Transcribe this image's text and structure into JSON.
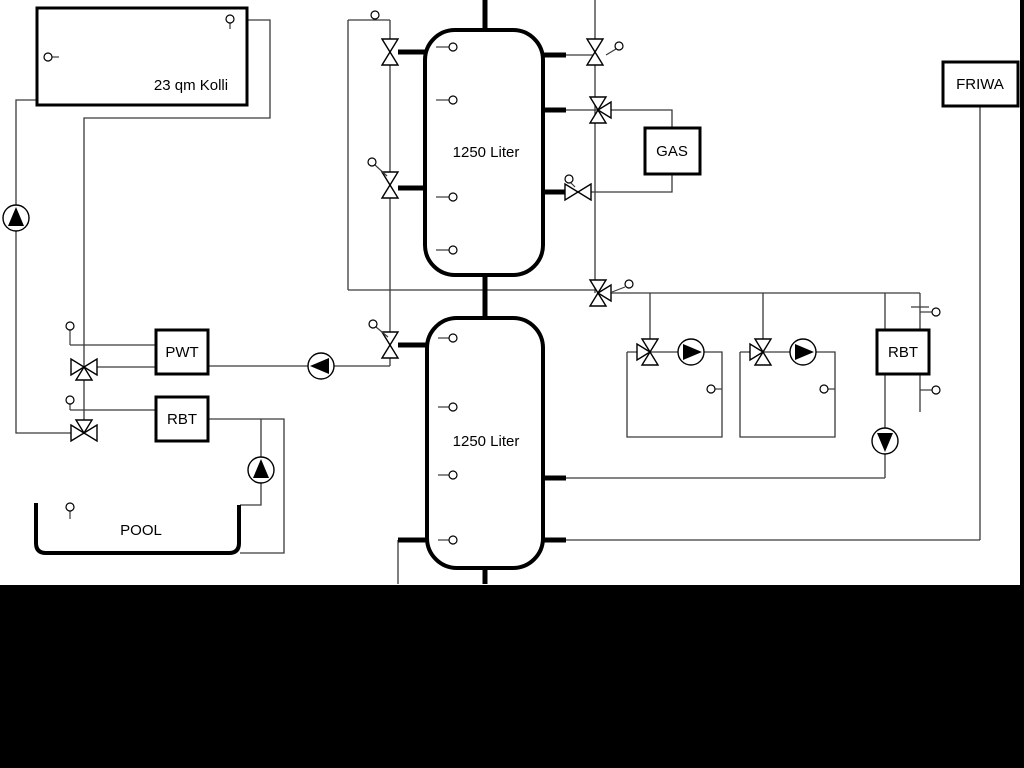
{
  "labels": {
    "collector": "23 qm Kolli",
    "tank_top": "1250 Liter",
    "tank_bottom": "1250 Liter",
    "gas": "GAS",
    "friwa": "FRIWA",
    "pwt": "PWT",
    "rbt_left": "RBT",
    "rbt_right": "RBT",
    "pool": "POOL"
  },
  "colors": {
    "background": "#ffffff",
    "letterbox": "#000000",
    "pipe": "#3a3a3a",
    "thick_pipe": "#000000",
    "outline": "#000000"
  }
}
